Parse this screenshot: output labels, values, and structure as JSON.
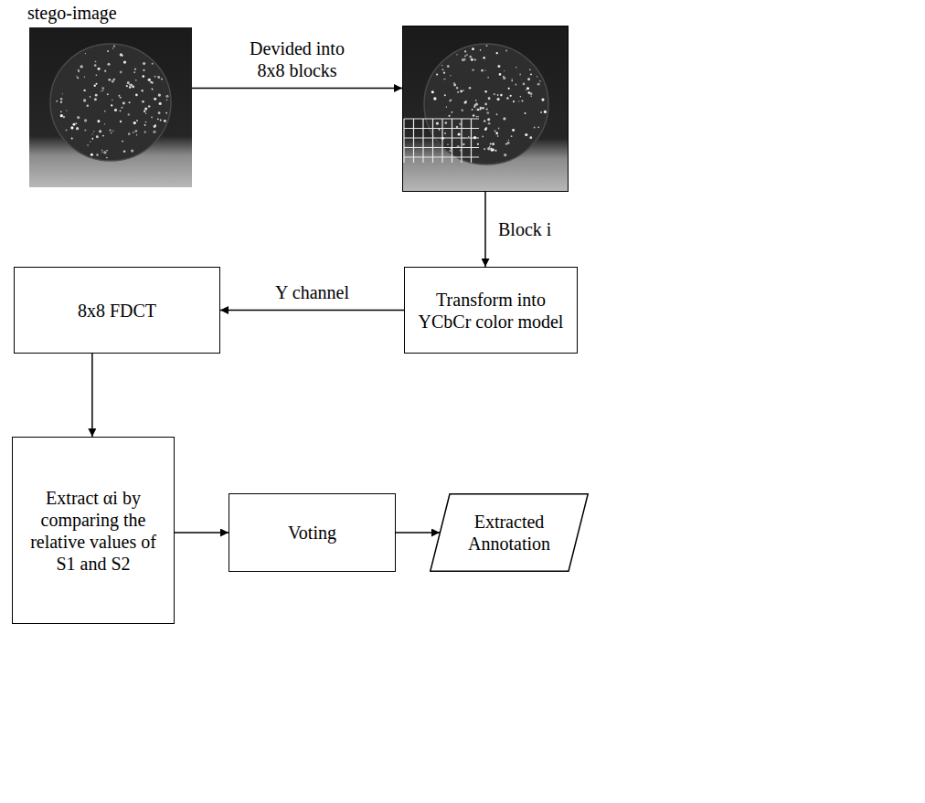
{
  "diagram": {
    "nodes": [
      {
        "text": [
          "stego-image"
        ]
      },
      {
        "text": []
      },
      {
        "text": [
          "Transform into YCbCr color model"
        ]
      },
      {
        "text": [
          "8x8 FDCT"
        ]
      },
      {
        "text": [
          "Extract αi by comparing the relative values of S1 and S2"
        ]
      },
      {
        "text": [
          "Voting"
        ]
      },
      {
        "text": [
          "Extracted Annotation"
        ]
      }
    ],
    "edges": [
      {
        "from": 0,
        "to": 1,
        "arrow": "to",
        "label": "Devided into 8x8 blocks"
      },
      {
        "from": 1,
        "to": 2,
        "arrow": "to",
        "label": "Block i"
      },
      {
        "from": 2,
        "to": 3,
        "arrow": "to",
        "label": "Y channel"
      },
      {
        "from": 3,
        "to": 4,
        "arrow": "to"
      },
      {
        "from": 4,
        "to": 5,
        "arrow": "to"
      },
      {
        "from": 5,
        "to": 6,
        "arrow": "to"
      }
    ]
  }
}
